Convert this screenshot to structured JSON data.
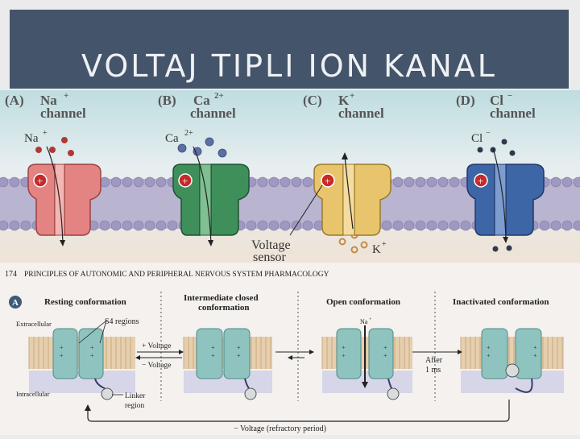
{
  "slide": {
    "title": "VOLTAJ TIPLI ION KANAL"
  },
  "top_figure": {
    "panels": [
      {
        "letter": "(A)",
        "ion": "Na",
        "charge": "+",
        "word": "channel",
        "ion_label": "Na",
        "ion_charge": "+",
        "color": "#e07a78",
        "dot_color": "#c0392b"
      },
      {
        "letter": "(B)",
        "ion": "Ca",
        "charge": "2+",
        "word": "channel",
        "ion_label": "Ca",
        "ion_charge": "2+",
        "color": "#3f8f5a",
        "dot_color": "#5a6fa8"
      },
      {
        "letter": "(C)",
        "ion": "K",
        "charge": "+",
        "word": "channel",
        "ion_label": "K",
        "ion_charge": "+",
        "color": "#e7c36a",
        "dot_color": "#c48a4a"
      },
      {
        "letter": "(D)",
        "ion": "Cl",
        "charge": "−",
        "word": "channel",
        "ion_label": "Cl",
        "ion_charge": "−",
        "color": "#3d66a6",
        "dot_color": "#2f3d4f"
      }
    ],
    "voltage_sensor_label_1": "Voltage",
    "voltage_sensor_label_2": "sensor"
  },
  "bottom_figure": {
    "page_number": "174",
    "running_head": "PRINCIPLES OF AUTONOMIC AND PERIPHERAL NERVOUS SYSTEM PHARMACOLOGY",
    "badge": "A",
    "stages": [
      {
        "title_line1": "Resting conformation",
        "title_line2": ""
      },
      {
        "title_line1": "Intermediate closed",
        "title_line2": "conformation"
      },
      {
        "title_line1": "Open conformation",
        "title_line2": ""
      },
      {
        "title_line1": "Inactivated conformation",
        "title_line2": ""
      }
    ],
    "extracellular": "Extracellular",
    "intracellular": "Intracellular",
    "s4_regions": "S4 regions",
    "linker_line1": "Linker",
    "linker_line2": "region",
    "plus_voltage": "+ Voltage",
    "minus_voltage": "− Voltage",
    "open_ion": "Na",
    "open_ion_charge": "+",
    "after_line1": "After",
    "after_line2": "1 ms",
    "refractory": "− Voltage (refractory period)"
  },
  "colors": {
    "title_bg": "#44546a",
    "title_text": "#eef1f4",
    "membrane": "#b8b3cf",
    "lipid_heads": "#d7b184",
    "channel_teal": "#8fc4c0"
  }
}
